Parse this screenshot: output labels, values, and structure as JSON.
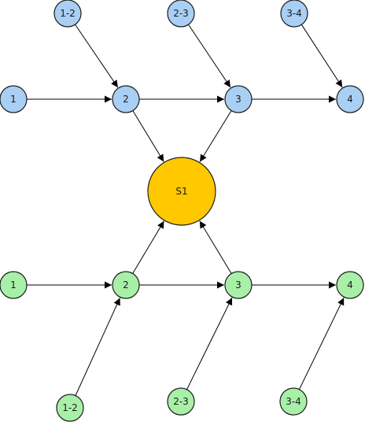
{
  "colors": {
    "blue_fill": "#a9cff5",
    "green_fill": "#a8f0a8",
    "center_fill": "#ffc800",
    "edge": "#000000",
    "node_stroke": "#1a1a1a"
  },
  "center": {
    "id": "S1",
    "label": "S1",
    "color": "center_fill"
  },
  "groups": [
    {
      "id": "top",
      "color": "blue_fill",
      "nodes": [
        {
          "id": "t1",
          "label": "1"
        },
        {
          "id": "t2",
          "label": "2"
        },
        {
          "id": "t3",
          "label": "3"
        },
        {
          "id": "t4",
          "label": "4"
        },
        {
          "id": "t12",
          "label": "1-2"
        },
        {
          "id": "t23",
          "label": "2-3"
        },
        {
          "id": "t34",
          "label": "3-4"
        }
      ]
    },
    {
      "id": "bottom",
      "color": "green_fill",
      "nodes": [
        {
          "id": "b1",
          "label": "1"
        },
        {
          "id": "b2",
          "label": "2"
        },
        {
          "id": "b3",
          "label": "3"
        },
        {
          "id": "b4",
          "label": "4"
        },
        {
          "id": "b12",
          "label": "1-2"
        },
        {
          "id": "b23",
          "label": "2-3"
        },
        {
          "id": "b34",
          "label": "3-4"
        }
      ]
    }
  ],
  "edges": [
    {
      "from": "t1",
      "to": "t2"
    },
    {
      "from": "t2",
      "to": "t3"
    },
    {
      "from": "t3",
      "to": "t4"
    },
    {
      "from": "t12",
      "to": "t2"
    },
    {
      "from": "t23",
      "to": "t3"
    },
    {
      "from": "t34",
      "to": "t4"
    },
    {
      "from": "t2",
      "to": "S1"
    },
    {
      "from": "t3",
      "to": "S1"
    },
    {
      "from": "b1",
      "to": "b2"
    },
    {
      "from": "b2",
      "to": "b3"
    },
    {
      "from": "b3",
      "to": "b4"
    },
    {
      "from": "b12",
      "to": "b2"
    },
    {
      "from": "b23",
      "to": "b3"
    },
    {
      "from": "b34",
      "to": "b4"
    },
    {
      "from": "b2",
      "to": "S1"
    },
    {
      "from": "b3",
      "to": "S1"
    }
  ]
}
